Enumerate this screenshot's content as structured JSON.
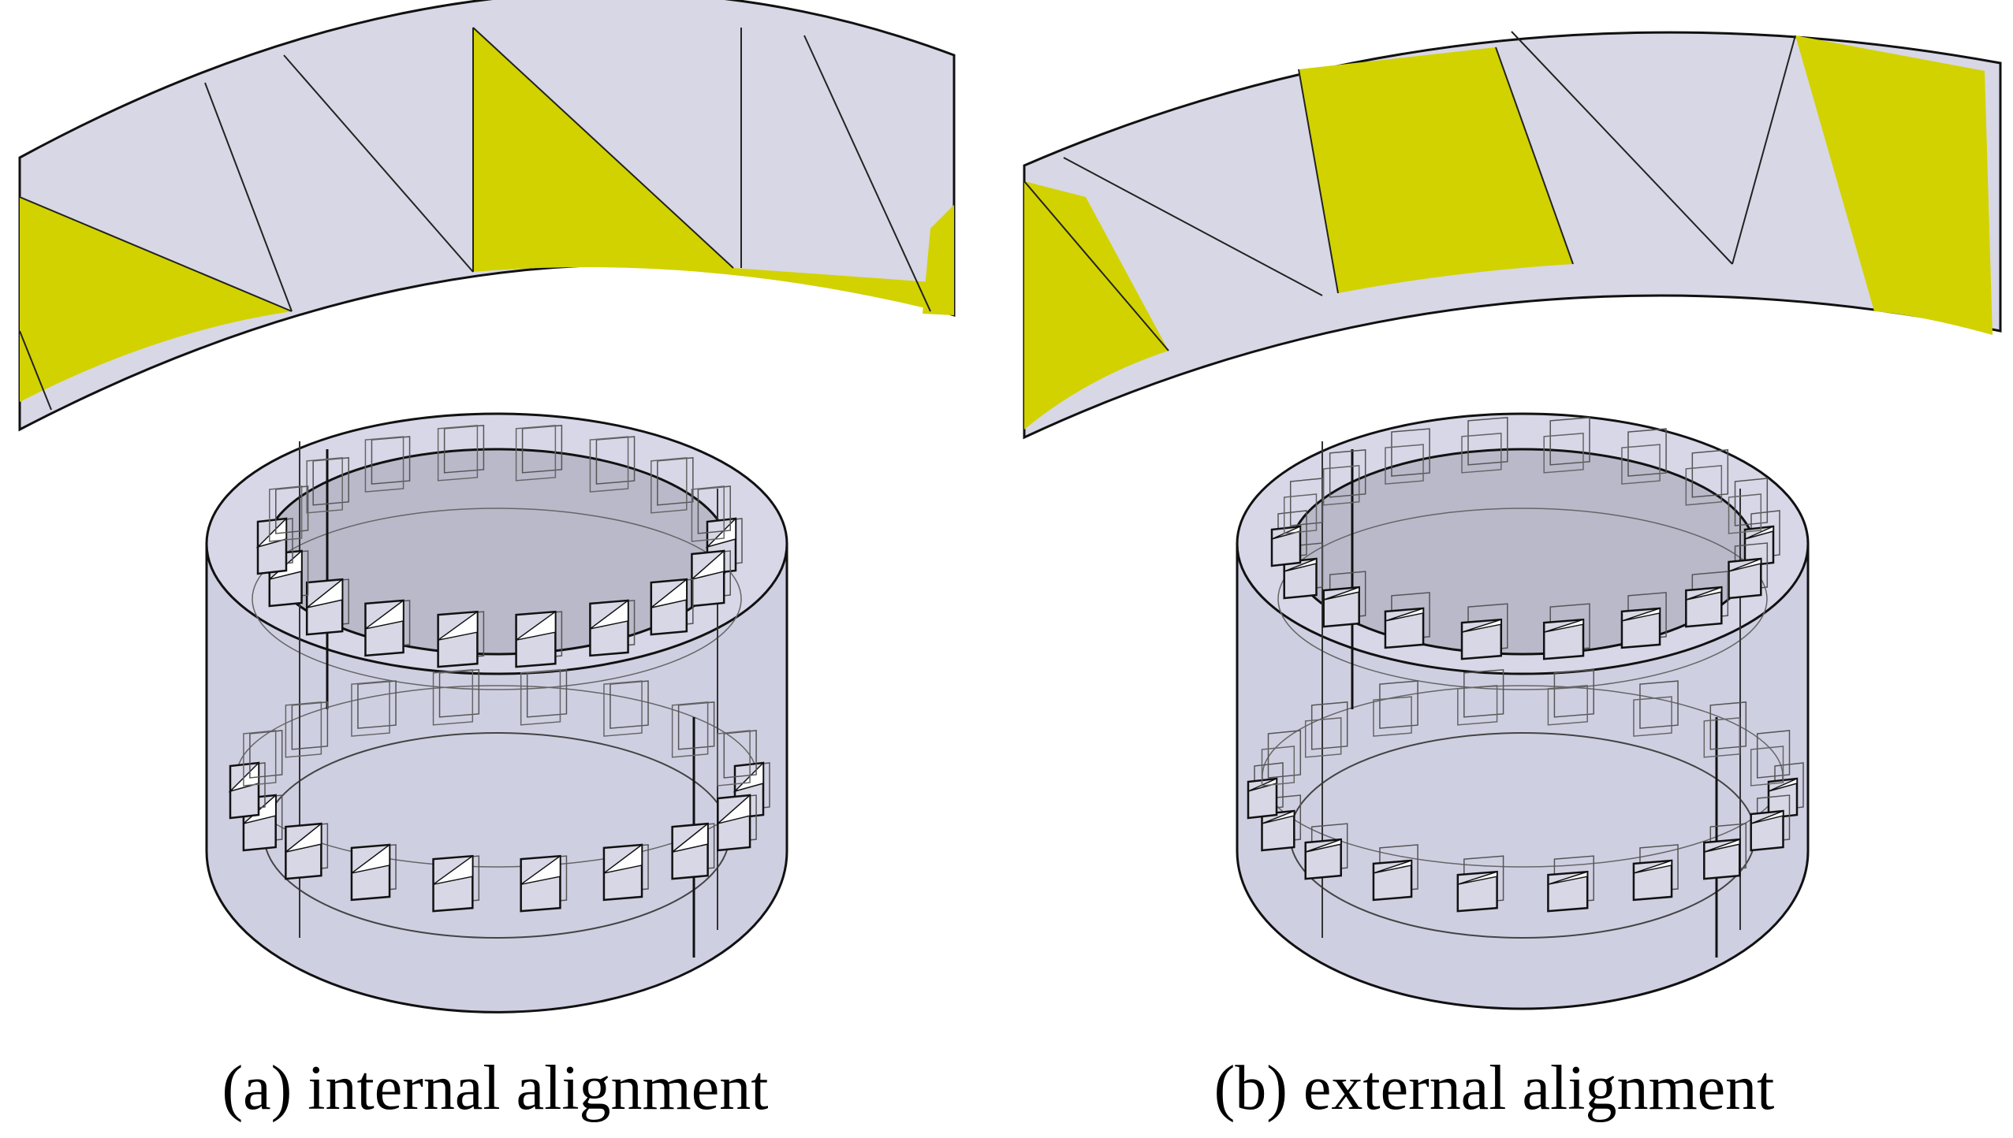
{
  "figure": {
    "panels": [
      {
        "caption": "(a) internal alignment",
        "alignment": "internal"
      },
      {
        "caption": "(b) external alignment",
        "alignment": "external"
      }
    ],
    "colors": {
      "ring_surface": "#d7d7e5",
      "highlight": "#d2d200",
      "cylinder_outer": "#d0d0e2",
      "cylinder_inner": "#b8b8c8",
      "edge": "#111111",
      "magnet_face": "#ffffff"
    },
    "magnets_per_row": 18
  }
}
